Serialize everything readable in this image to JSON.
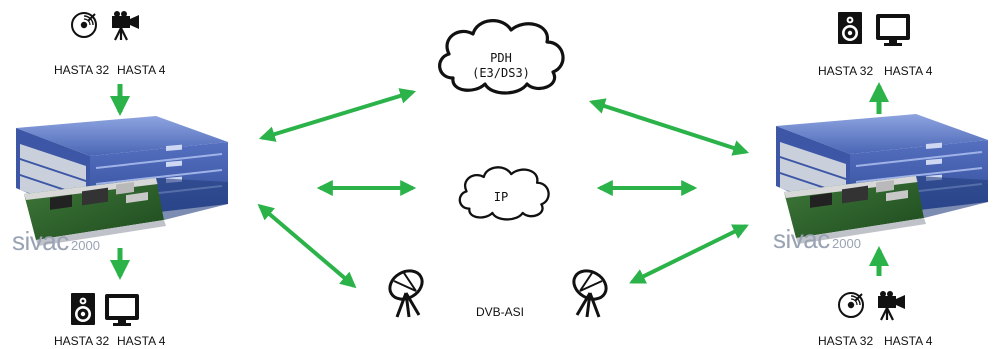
{
  "clouds": {
    "pdh_line1": "PDH",
    "pdh_line2": "(E3/DS3)",
    "ip": "IP"
  },
  "satellite_label": "DVB-ASI",
  "left_device": {
    "brand_main": "sivac",
    "brand_num": "2000",
    "inputs": {
      "audio_label": "HASTA 32",
      "video_label": "HASTA 4"
    },
    "outputs": {
      "audio_label": "HASTA 32",
      "video_label": "HASTA 4"
    }
  },
  "right_device": {
    "brand_main": "sivac",
    "brand_num": "2000",
    "outputs": {
      "audio_label": "HASTA 32",
      "video_label": "HASTA 4"
    },
    "inputs": {
      "audio_label": "HASTA 32",
      "video_label": "HASTA 4"
    }
  },
  "colors": {
    "arrow": "#2bb34a",
    "chassis": "#4a66b5",
    "brand": "#9aa3b4"
  },
  "icons": [
    "cd-icon",
    "camera-icon",
    "speaker-icon",
    "monitor-icon",
    "cloud-icon",
    "satellite-dish-icon"
  ]
}
